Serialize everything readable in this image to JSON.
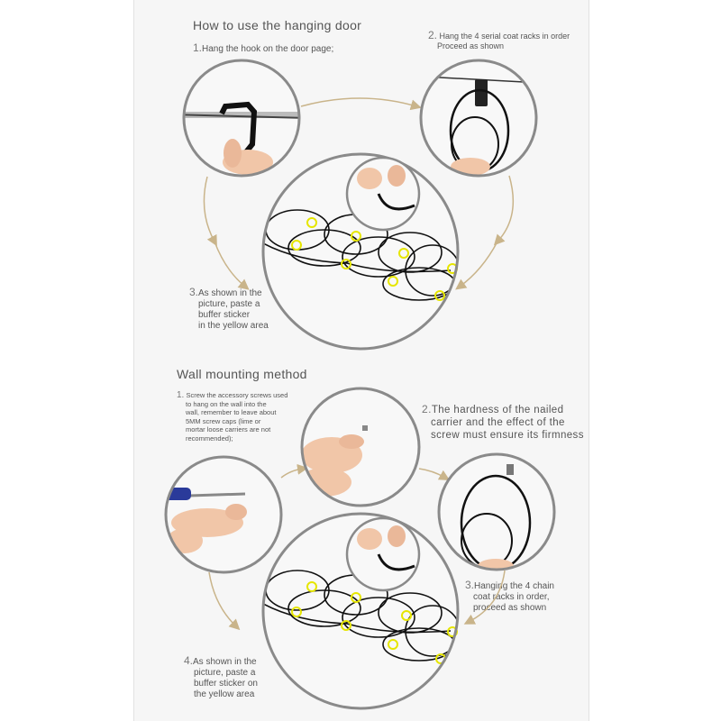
{
  "section1": {
    "title": "How to use the hanging door",
    "step1": {
      "num": "1.",
      "text": "Hang the hook on the door page;"
    },
    "step2": {
      "num": "2.",
      "lines": [
        "Hang the 4 serial coat racks in order",
        "Proceed as shown"
      ]
    },
    "step3": {
      "num": "3.",
      "lines": [
        "As shown in the",
        "picture, paste a",
        "buffer sticker",
        "in the yellow area"
      ]
    }
  },
  "section2": {
    "title": "Wall mounting method",
    "step1": {
      "num": "1.",
      "lines": [
        "Screw the accessory screws used",
        "to hang on the wall into the",
        "wall, remember to leave about",
        "5MM screw caps (lime or",
        "mortar loose carriers are not",
        "recommended);"
      ]
    },
    "step2": {
      "num": "2.",
      "lines": [
        "The hardness of the nailed",
        "carrier and the effect of the",
        "screw must ensure its firmness"
      ]
    },
    "step3": {
      "num": "3.",
      "lines": [
        "Hanging the 4 chain",
        "coat racks in order,",
        "proceed as shown"
      ]
    },
    "step4": {
      "num": "4.",
      "lines": [
        "As shown in the",
        "picture, paste a",
        "buffer sticker on",
        "the yellow area"
      ]
    }
  },
  "colors": {
    "arrow": "#c9b48a",
    "circle_border": "#8a8a8a",
    "highlight": "#e6e600",
    "cord": "#1a1a1a",
    "skin": "#f1c6a8"
  }
}
